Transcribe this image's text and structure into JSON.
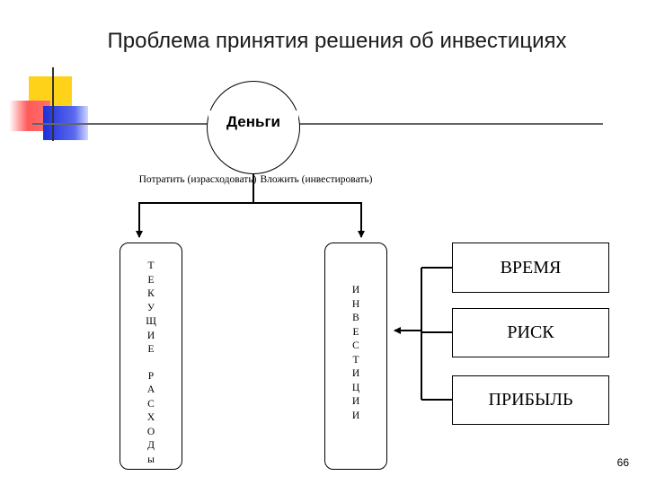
{
  "title": "Проблема принятия решения об инвестициях",
  "root": {
    "label": "Деньги"
  },
  "branches": {
    "spend": "Потратить (израсходовать)",
    "invest": "Вложить (инвестировать)"
  },
  "current_expenses_word1": [
    "Т",
    "Е",
    "К",
    "У",
    "Щ",
    "И",
    "Е"
  ],
  "current_expenses_word2": [
    "Р",
    "А",
    "С",
    "Х",
    "О",
    "Д",
    "ы"
  ],
  "investments_letters": [
    "И",
    "Н",
    "В",
    "Е",
    "С",
    "Т",
    "И",
    "Ц",
    "И",
    "И"
  ],
  "factors": {
    "time": "ВРЕМЯ",
    "risk": "РИСК",
    "profit": "ПРИБЫЛЬ"
  },
  "page_number": "66"
}
